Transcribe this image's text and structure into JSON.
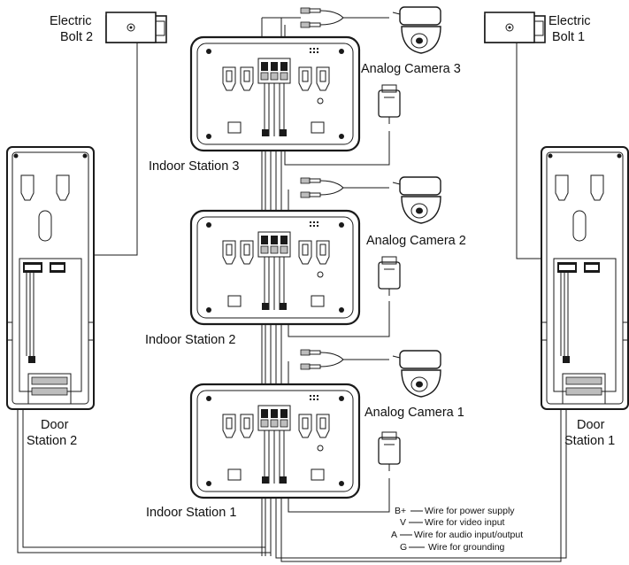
{
  "labels": {
    "bolt_left": [
      "Electric",
      "Bolt 2"
    ],
    "bolt_right": [
      "Electric",
      "Bolt 1"
    ],
    "camera_3": "Analog Camera 3",
    "camera_2": "Analog Camera 2",
    "camera_1": "Analog Camera 1",
    "indoor_3": "Indoor Station 3",
    "indoor_2": "Indoor Station 2",
    "indoor_1": "Indoor Station 1",
    "door_left": [
      "Door",
      "Station 2"
    ],
    "door_right": [
      "Door",
      "Station 1"
    ]
  },
  "legend": [
    {
      "code": "B+",
      "text": "Wire for power supply"
    },
    {
      "code": "V",
      "text": "Wire for video input"
    },
    {
      "code": "A",
      "text": "Wire for audio input/output"
    },
    {
      "code": "G",
      "text": "Wire for grounding"
    }
  ]
}
